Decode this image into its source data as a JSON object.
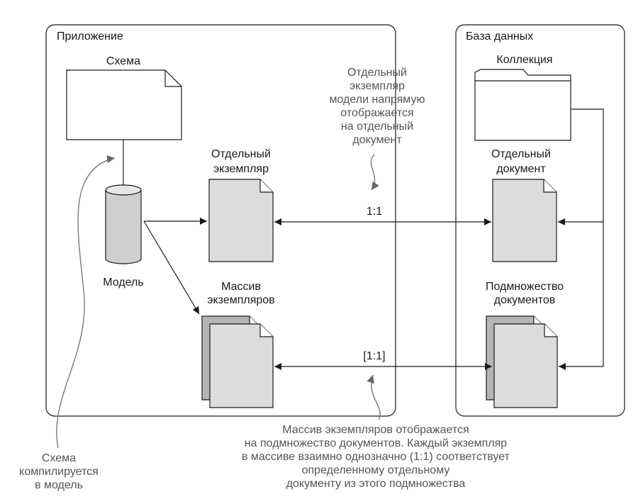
{
  "app_group": {
    "title": "Приложение"
  },
  "db_group": {
    "title": "База данных"
  },
  "schema": {
    "label": "Схема"
  },
  "model": {
    "label": "Модель"
  },
  "single_instance": {
    "label": [
      "Отдельный",
      "экземпляр"
    ]
  },
  "instance_array": {
    "label": [
      "Массив",
      "экземпляров"
    ]
  },
  "collection": {
    "label": "Коллекция"
  },
  "single_document": {
    "label": [
      "Отдельный",
      "документ"
    ]
  },
  "document_subset": {
    "label": [
      "Подмножество",
      "документов"
    ]
  },
  "mapping_single": {
    "label": "1:1"
  },
  "mapping_array": {
    "label": "[1:1]"
  },
  "note_single": {
    "lines": [
      "Отдельный",
      "экземпляр",
      "модели напрямую",
      "отображается",
      "на отдельный",
      "документ"
    ]
  },
  "note_array": {
    "lines": [
      "Массив экземпляров отображается",
      "на подмножество документов. Каждый экземпляр",
      "в массиве взаимно однозначно (1:1) соответствует",
      "определенному отдельному",
      "документу из этого подмножества"
    ]
  },
  "note_schema": {
    "lines": [
      "Схема",
      "компилируется",
      "в модель"
    ]
  },
  "colors": {
    "stroke": "#1a1a1a",
    "doc_fill": "#dcdcdc",
    "doc_back_fill": "#b4b4b4",
    "annotation": "#7a7a7a"
  }
}
